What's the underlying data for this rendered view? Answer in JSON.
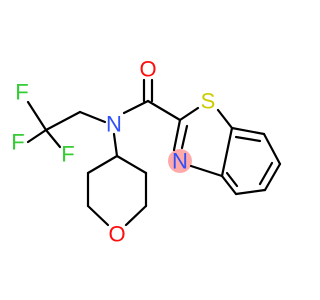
{
  "molecule": {
    "atoms": {
      "F1": "F",
      "F2": "F",
      "F3": "F",
      "N_amide": "N",
      "O_carbonyl": "O",
      "S_ring": "S",
      "N_ring": "N",
      "O_ring": "O"
    },
    "colors": {
      "bond": "#000000",
      "F": "#33cc33",
      "N": "#3050f8",
      "O": "#ff0d0d",
      "S": "#cccc00",
      "N_ring_highlight": "#ffaaaa"
    }
  }
}
